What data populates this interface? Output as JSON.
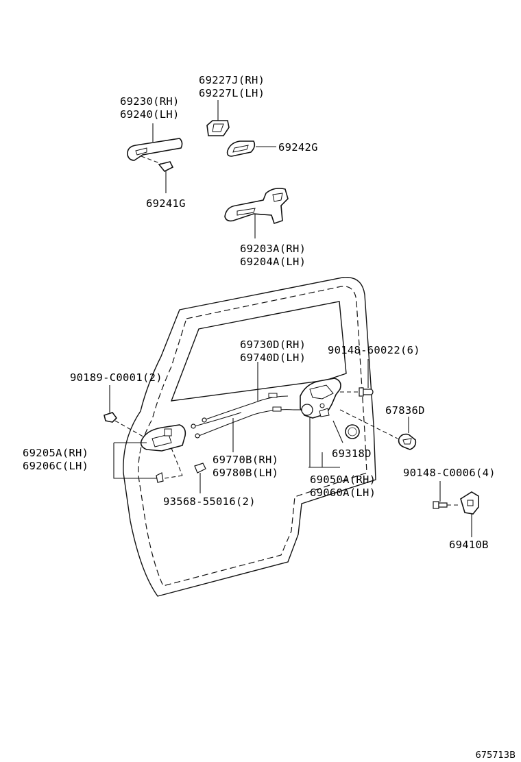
{
  "drawing_id": "675713B",
  "parts": {
    "p69227": [
      "69227J(RH)",
      "69227L(LH)"
    ],
    "p69230": [
      "69230(RH)",
      "69240(LH)"
    ],
    "p69242g": "69242G",
    "p69241g": "69241G",
    "p69203": [
      "69203A(RH)",
      "69204A(LH)"
    ],
    "p69730": [
      "69730D(RH)",
      "69740D(LH)"
    ],
    "p90148_60022": "90148-60022(6)",
    "p90189": "90189-C0001(2)",
    "p67836d": "67836D",
    "p69205": [
      "69205A(RH)",
      "69206C(LH)"
    ],
    "p69770": [
      "69770B(RH)",
      "69780B(LH)"
    ],
    "p69318d": "69318D",
    "p69050": [
      "69050A(RH)",
      "69060A(LH)"
    ],
    "p90148_c0006": "90148-C0006(4)",
    "p93568": "93568-55016(2)",
    "p69410b": "69410B"
  }
}
